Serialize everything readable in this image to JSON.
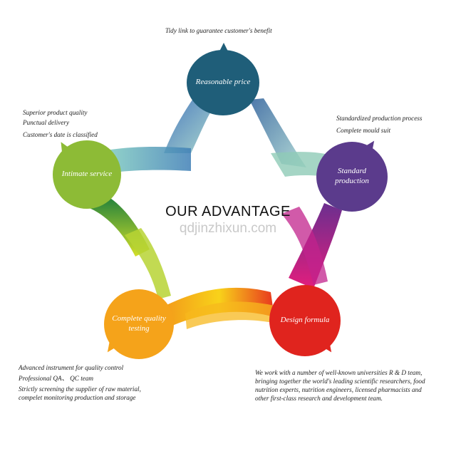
{
  "title": "OUR ADVANTAGE",
  "watermark": "qdjinzhixun.com",
  "colors": {
    "reasonable_price": "#1f5e79",
    "standard_production": "#5b3b8c",
    "design_formula": "#e0241e",
    "complete_quality_testing": "#f5a31a",
    "intimate_service": "#8dbb36"
  },
  "nodes": {
    "reasonable_price": {
      "label": "Reasonable price"
    },
    "standard_production": {
      "line1": "Standard",
      "line2": "production"
    },
    "design_formula": {
      "label": "Design formula"
    },
    "complete_quality_testing": {
      "line1": "Complete quality",
      "line2": "testing"
    },
    "intimate_service": {
      "label": "Intimate service"
    }
  },
  "notes": {
    "top": "Tidy link to guarantee customer's benefit",
    "left": [
      "Superior product quality",
      "Punctual delivery",
      "Customer's date is classified"
    ],
    "right": [
      "Standardized production process",
      "Complete mould suit"
    ],
    "bottom_left": [
      "Advanced instrument for quality control",
      "Professional QA、 QC team",
      "Strictly screening the supplier of raw material,",
      "compelet monitoring production and storage"
    ],
    "bottom_right": [
      "We work with a number of well-known universities R & D team,",
      "bringing together the world's leading scientific researchers, food",
      "nutrition experts, nutrition engineers, licensed pharmacists and",
      "other first-class research and development team."
    ]
  }
}
